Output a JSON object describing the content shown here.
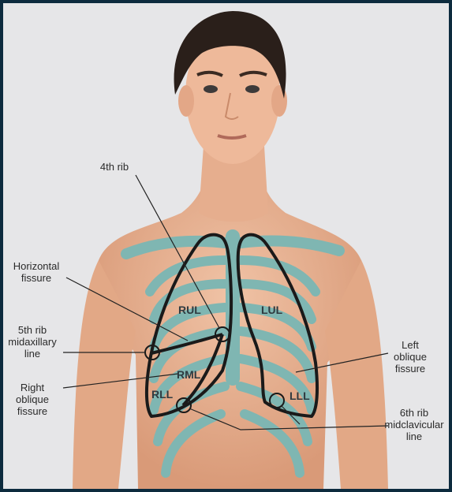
{
  "labels": {
    "fourth_rib": "4th rib",
    "horizontal_fissure": [
      "Horizontal",
      "fissure"
    ],
    "fifth_rib": [
      "5th rib",
      "midaxillary",
      "line"
    ],
    "right_oblique": [
      "Right",
      "oblique",
      "fissure"
    ],
    "left_oblique": [
      "Left",
      "oblique",
      "fissure"
    ],
    "sixth_rib": [
      "6th rib",
      "midclavicular",
      "line"
    ]
  },
  "lobes": {
    "rul": "RUL",
    "lul": "LUL",
    "rml": "RML",
    "rll": "RLL",
    "lll": "LLL"
  },
  "colors": {
    "frame": "#0d2b3e",
    "background": "#e6e6e8",
    "skin": "#e8b596",
    "hair": "#2a1f1a",
    "ribs": "#7fb6b2",
    "outline": "#1a1a1a"
  }
}
